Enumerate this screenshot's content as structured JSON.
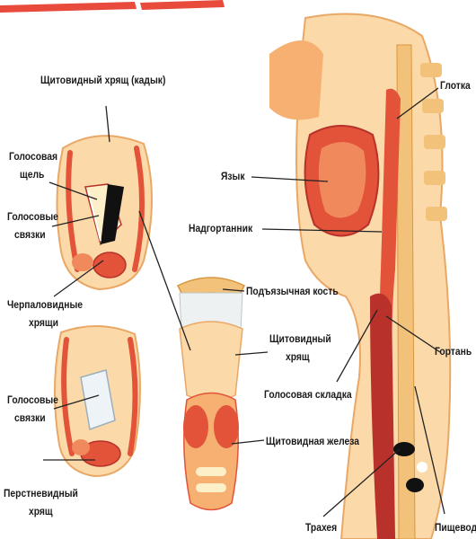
{
  "colors": {
    "tissue_light": "#fbd9a8",
    "tissue_mid": "#f6b072",
    "muscle": "#e2533a",
    "muscle_dark": "#b8312a",
    "cartilage": "#fdf0c9",
    "bone": "#f3c27a",
    "line": "#222222",
    "header_bar": "#e84a3c"
  },
  "labels": {
    "thyroid_cartilage_adams_apple": "Щитовидный хрящ (кадык)",
    "glottis_line1": "Голосовая",
    "glottis_line2": "щель",
    "vocal_cords_top_line1": "Голосовые",
    "vocal_cords_top_line2": "связки",
    "arytenoid_line1": "Черпаловидные",
    "arytenoid_line2": "хрящи",
    "vocal_cords_bottom_line1": "Голосовые",
    "vocal_cords_bottom_line2": "связки",
    "cricoid_line1": "Перстневидный",
    "cricoid_line2": "хрящ",
    "hyoid_bone": "Подъязычная кость",
    "thyroid_cartilage_line1": "Щитовидный",
    "thyroid_cartilage_line2": "хрящ",
    "vocal_fold": "Голосовая складка",
    "thyroid_gland": "Щитовидная железа",
    "trachea": "Трахея",
    "tongue": "Язык",
    "epiglottis": "Надгортанник",
    "pharynx": "Глотка",
    "larynx": "Гортань",
    "esophagus": "Пищевод"
  }
}
